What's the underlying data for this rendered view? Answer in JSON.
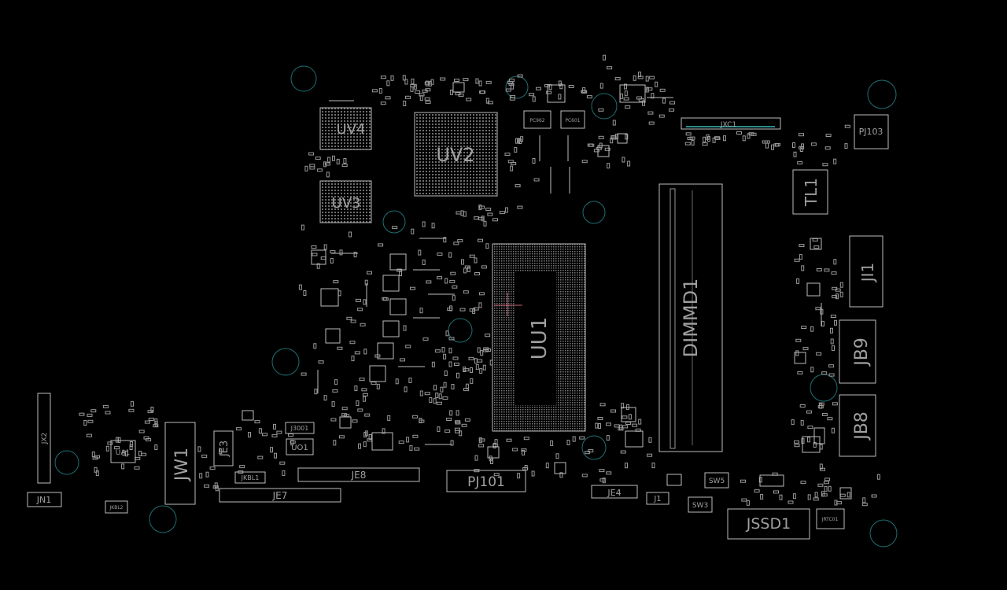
{
  "viewer": {
    "background_color": "#000000",
    "silkscreen_color": "#bdbdbd",
    "mounting_hole_color": "#1f6f73"
  },
  "components": {
    "uv4": "UV4",
    "uv2": "UV2",
    "uv3": "UV3",
    "pc962": "PC962",
    "pc601": "PC601",
    "jxc1": "JXC1",
    "pj103": "PJ103",
    "tl1": "TL1",
    "dimmd1": "DIMMD1",
    "uu1": "UU1",
    "ji1": "JI1",
    "jb9": "JB9",
    "jb8": "JB8",
    "jx2": "JX2",
    "ua1": "UA1",
    "jw1": "JW1",
    "je3": "JE3",
    "j3001": "J3001",
    "uo1": "UO1",
    "je8": "JE8",
    "jkbl1": "JKBL1",
    "je7": "JE7",
    "jn1": "JN1",
    "jkbl2": "JKBL2",
    "pj101": "PJ101",
    "je4": "JE4",
    "j1": "J1",
    "sw5": "SW5",
    "sw3": "SW3",
    "jssd1": "JSSD1",
    "jrtc01": "JRTC01"
  }
}
